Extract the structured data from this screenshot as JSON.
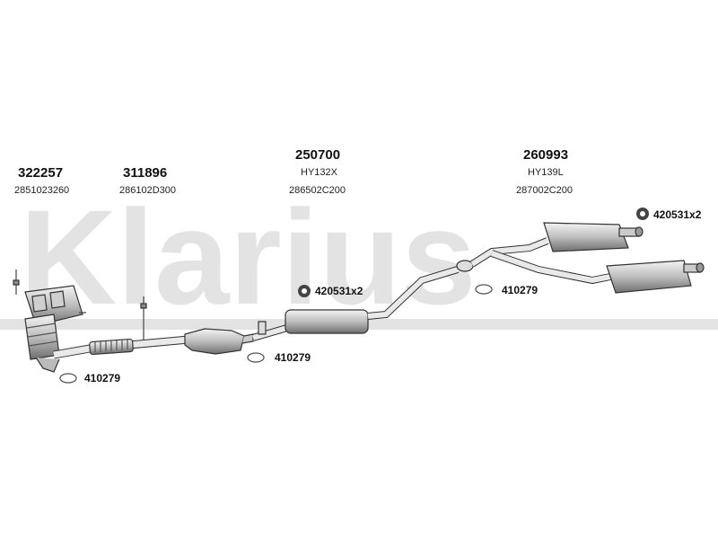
{
  "watermark": "Klarius",
  "parts": [
    {
      "number": "322257",
      "code": "2851023260"
    },
    {
      "number": "311896",
      "code": "286102D300"
    },
    {
      "number": "250700",
      "code": "HY132X",
      "code2": "286502C200"
    },
    {
      "number": "260993",
      "code": "HY139L",
      "code2": "287002C200"
    }
  ],
  "refs": {
    "mount_front": "420531x2",
    "mount_rear": "420531x2",
    "ring_left": "410279",
    "ring_mid": "410279",
    "ring_right": "410279"
  }
}
